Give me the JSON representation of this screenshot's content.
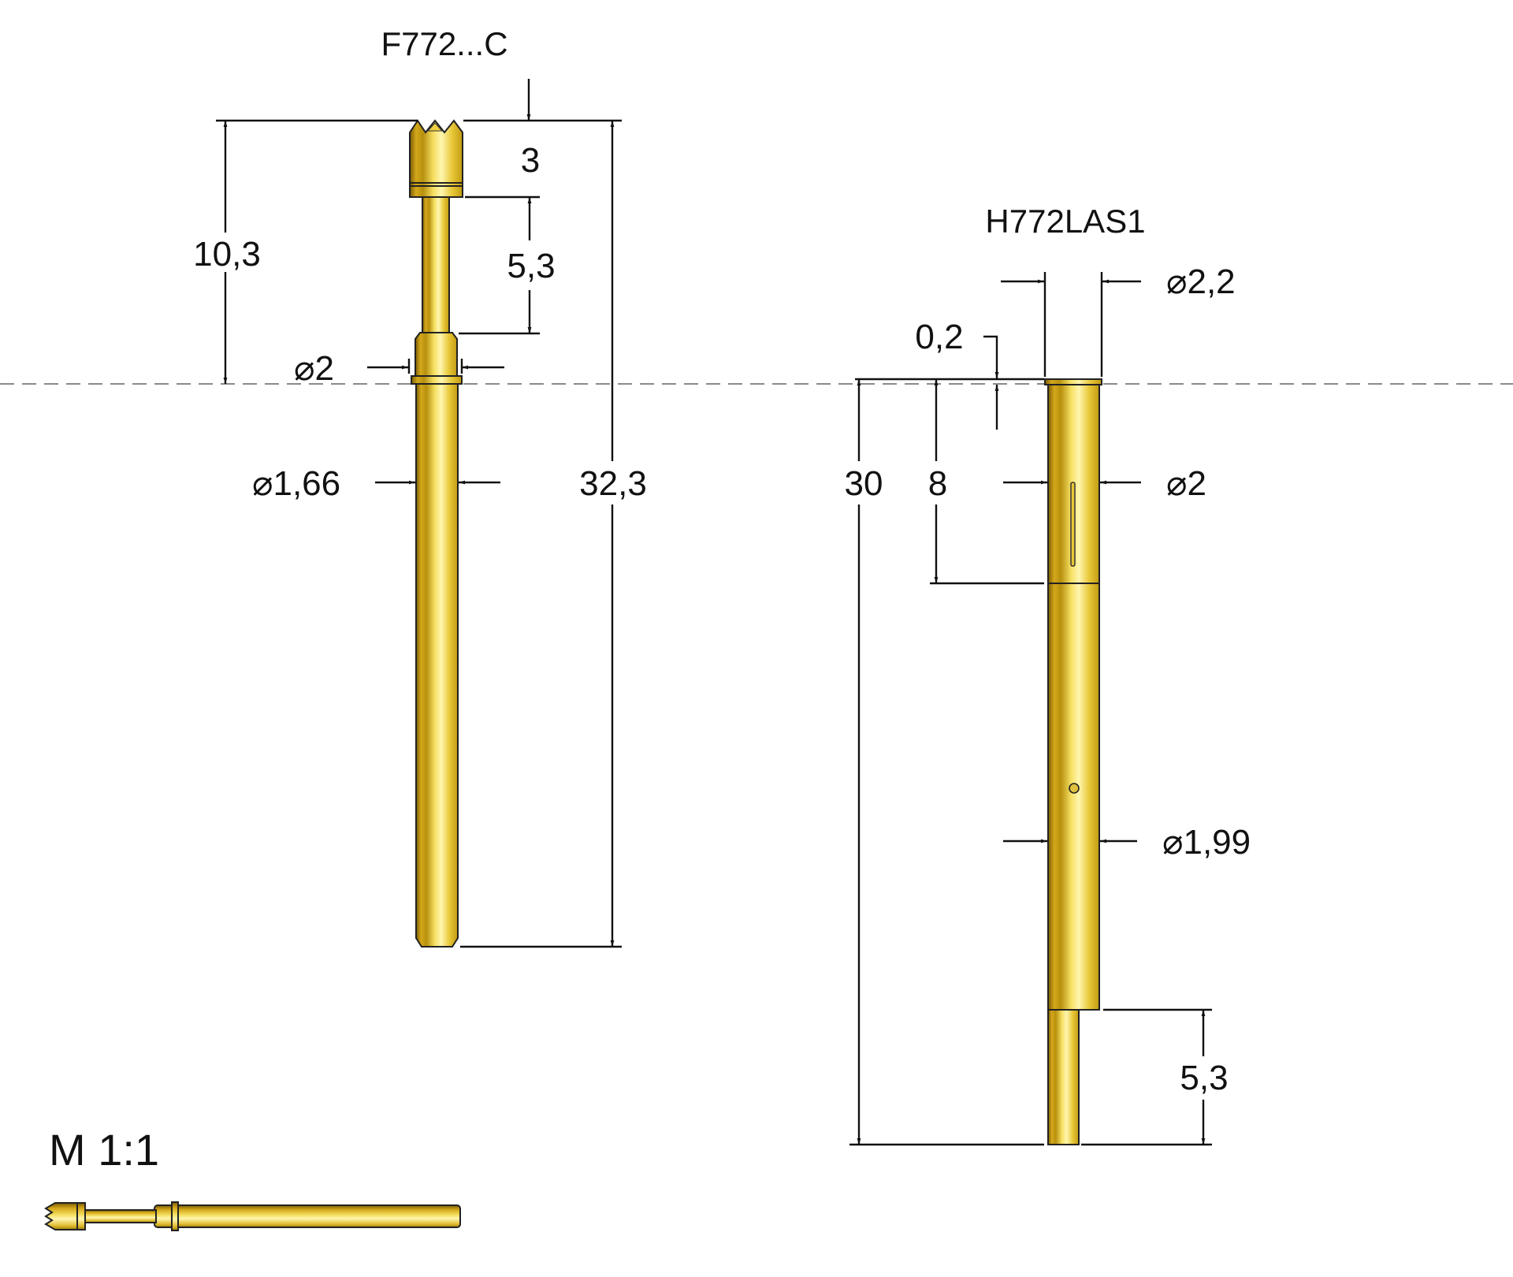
{
  "probe": {
    "title": "F772...C",
    "dims": {
      "head_length": "3",
      "plunger_length": "5,3",
      "total_to_ref": "10,3",
      "collar_dia": "⌀2",
      "barrel_dia": "⌀1,66",
      "total_length": "32,3"
    }
  },
  "receptacle": {
    "title": "H772LAS1",
    "dims": {
      "top_dia": "⌀2,2",
      "collar_height": "0,2",
      "total_length": "30",
      "slot_length": "8",
      "upper_dia": "⌀2",
      "lower_dia": "⌀1,99",
      "tail_length": "5,3"
    }
  },
  "scale": {
    "label": "M 1:1"
  },
  "colors": {
    "gold_dark": "#8a6a08",
    "gold_mid": "#d9b21c",
    "gold_light": "#fff3a0",
    "line": "#111111",
    "ref_line": "#8a8a8a"
  }
}
